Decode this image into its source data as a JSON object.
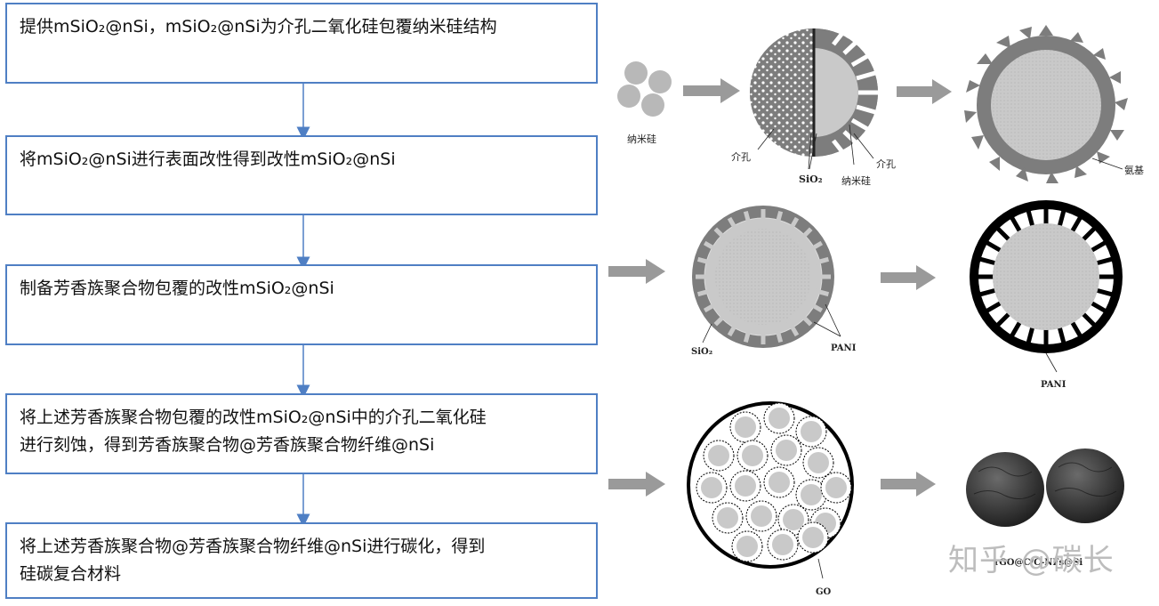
{
  "steps": [
    {
      "lines": [
        "提供mSiO₂@nSi，mSiO₂@nSi为介孔二氧化硅包覆纳米硅结构"
      ]
    },
    {
      "lines": [
        "将mSiO₂@nSi进行表面改性得到改性mSiO₂@nSi"
      ]
    },
    {
      "lines": [
        "制备芳香族聚合物包覆的改性mSiO₂@nSi"
      ]
    },
    {
      "lines": [
        "将上述芳香族聚合物包覆的改性mSiO₂@nSi中的介孔二氧化硅",
        "进行刻蚀，得到芳香族聚合物@芳香族聚合物纤维@nSi"
      ]
    },
    {
      "lines": [
        "将上述芳香族聚合物@芳香族聚合物纤维@nSi进行碳化，得到",
        "硅碳复合材料"
      ]
    }
  ],
  "labels": {
    "nano_si": "纳米硅",
    "mesopore_left": "介孔",
    "sio2_row1": "SiO₂",
    "mesopore_right": "介孔",
    "nano_si_core": "纳米硅",
    "amino": "氨基",
    "sio2_row2": "SiO₂",
    "pani_row2": "PANI",
    "pani_row2b": "PANI",
    "go": "GO",
    "final_caption": "rGO@C/C-NFs@Si"
  },
  "watermark": "知乎 @碳长",
  "colors": {
    "border": "#4f7fc4",
    "arrow_line": "#4f7fc4",
    "process_arrow": "#9a9a9a",
    "particle_fill": "#b8b8b8",
    "shell_dark": "#7d7d7d",
    "core_light": "#c9c9c9",
    "pani_ring": "#000000",
    "sphere": "#3a3a3a"
  }
}
